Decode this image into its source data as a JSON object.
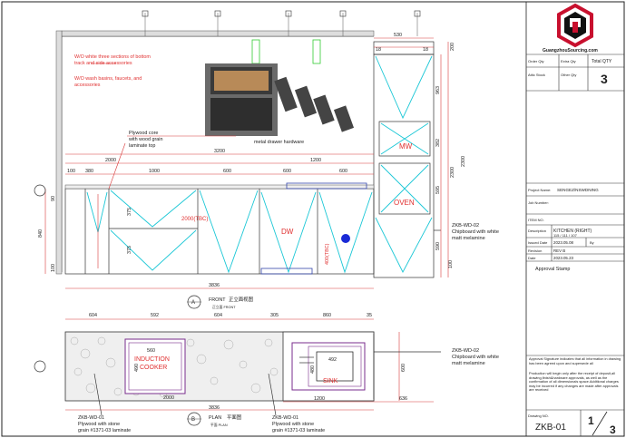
{
  "brand": {
    "name": "GuangzhouSourcing.com",
    "accent": "#c8102e"
  },
  "title_block": {
    "order_qty_label": "Order Qty",
    "extra_qty_label": "Extra Qty",
    "total_qty_label": "Total QTY",
    "total_qty_value": "3",
    "attic_stock_label": "Attic Stock",
    "other_qty_label": "Other Qty",
    "project_name_label": "Project Name:",
    "project_name_value": "SENGEZ/NSWDNING",
    "job_number_label": "Job Number:",
    "item_no_label": "ITEM NO.",
    "description_label": "Description",
    "description_value": "KITCHEN (RIGHT)",
    "description_value2": "115 / 111 / 107",
    "issued_date_label": "Issued Date",
    "issued_date_value": "2023.05.08",
    "by_label": "By",
    "revision_label": "Revision",
    "revision_value": "REV B",
    "date_label": "Date",
    "date_value": "2023.05.23",
    "approval_stamp": "Approval Stamp",
    "approval_note": "Approval Signature indicates that all information in drawing has been agreed upon and supersede all",
    "production_note": "Production will begin only after the receipt of deposit,all drawing,finish&hardware approvals, as well as the confirmation of all dimensionals space.Additional charges may be incurred if any changes are made after approvals are received",
    "drawing_no_label": "Drawing NO.",
    "drawing_no_value": "ZKB-01",
    "sheet": "1",
    "sheets": "3"
  },
  "notes": {
    "note1": "W/O white three sections of bottom",
    "note1b": "track and side accessories",
    "note2": "W/O wash basins, faucets, and",
    "note2b": "accessories",
    "plywood1": "Plywood core",
    "plywood2": "with wood grain",
    "plywood3": "laminate top",
    "hardware": "metal drawer hardware"
  },
  "elevation": {
    "mw": "MW",
    "oven": "OVEN",
    "dw": "DW",
    "tbc": "2000(TBC)",
    "tbc_vert": "400(TBC)",
    "ref1": "ZKB-WD-02",
    "ref1_desc": "Chipboard with white",
    "ref1_desc2": "matt melamine",
    "front_label": "FRONT",
    "front_cn": "正立面视图",
    "front_sub": "正立面 FRONT",
    "front_marker": "A"
  },
  "plan": {
    "induction": "INDUCTION",
    "cooker": "COOKER",
    "sink": "SINK",
    "ref_a": "ZKB-WD-01",
    "ref_a_desc": "Plywood with  stone",
    "ref_a_desc2": "grain #1371-03 laminate",
    "ref_b": "ZKB-WD-01",
    "ref_b_desc": "Plywood with  stone",
    "ref_b_desc2": "grain #1371-03 laminate",
    "ref_c": "ZKB-WD-02",
    "ref_c_desc": "Chipboard with white",
    "ref_c_desc2": "matt melamine",
    "plan_label": "PLAN",
    "plan_cn": "平面图",
    "plan_sub": "平面 PLAN",
    "plan_marker": "B"
  },
  "dims": {
    "top": [
      "530",
      "18",
      "18",
      "200"
    ],
    "row2000": "2000",
    "row3200": "3200",
    "row1200": "1200",
    "row_a": [
      "100",
      "380",
      "1000",
      "600",
      "600",
      "600"
    ],
    "v_right": [
      "963",
      "382",
      "595",
      "590",
      "2300",
      "2300",
      "100"
    ],
    "v_left": [
      "840",
      "90",
      "100"
    ],
    "inner_v": [
      "375",
      "375"
    ],
    "total": "3836",
    "plan_top": [
      "604",
      "592",
      "604",
      "305",
      "860",
      "35"
    ],
    "plan_inner": [
      "560",
      "490",
      "492",
      "480"
    ],
    "plan_bottom": [
      "2000",
      "1200",
      "636"
    ],
    "plan_total": "3836",
    "plan_side": "600"
  }
}
